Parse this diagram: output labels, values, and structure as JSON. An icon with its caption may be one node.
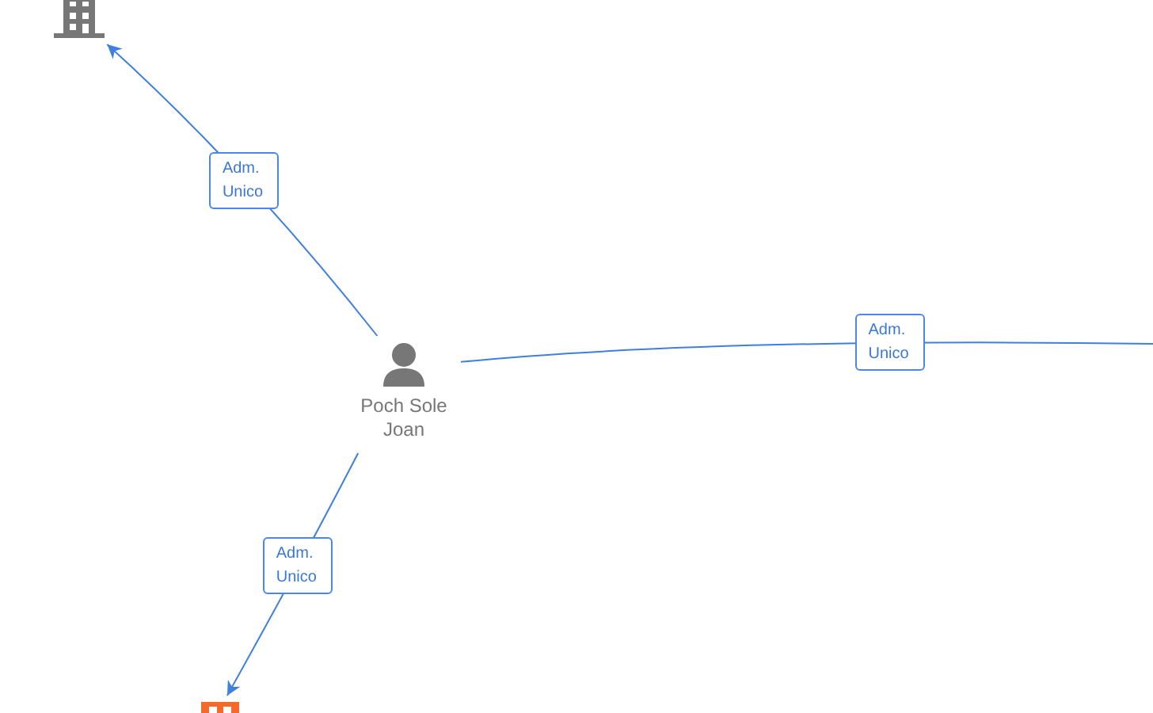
{
  "diagram": {
    "nodes": [
      {
        "text": [],
        "shape": "building"
      },
      {
        "text": [
          "Poch Sole Joan"
        ]
      },
      {
        "text": [],
        "shape": "building"
      }
    ],
    "edges": [
      {
        "from": 1,
        "to": 0,
        "arrow": "to",
        "label": "Adm. Unico"
      },
      {
        "from": 1,
        "to": null,
        "arrow": "none",
        "label": "Adm. Unico"
      },
      {
        "from": 1,
        "to": 2,
        "arrow": "to",
        "label": "Adm. Unico"
      }
    ]
  }
}
